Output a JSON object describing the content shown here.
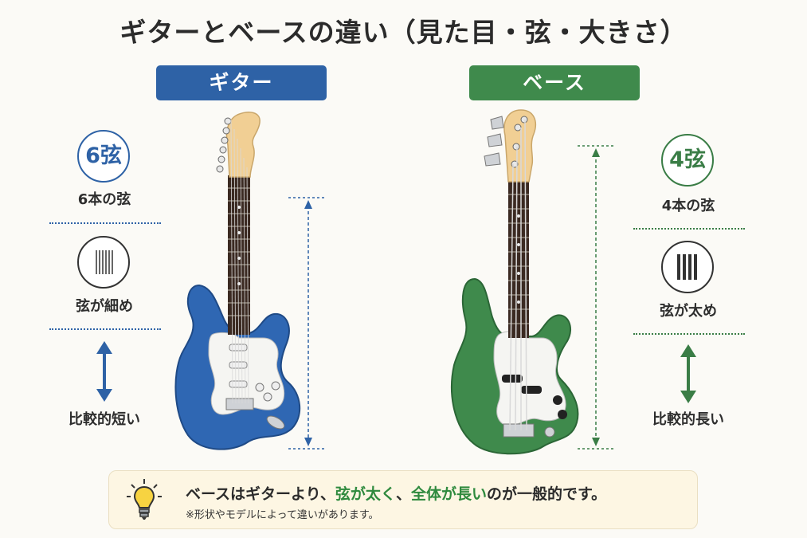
{
  "title": "ギターとベースの違い（見た目・弦・大きさ）",
  "guitar": {
    "heading": "ギター",
    "strings_badge": "6弦",
    "strings_label": "6本の弦",
    "thickness_label": "弦が細め",
    "length_label": "比較的短い",
    "color": "#2e62a6",
    "body_color": "#2f67b3"
  },
  "bass": {
    "heading": "ベース",
    "strings_badge": "4弦",
    "strings_label": "4本の弦",
    "thickness_label": "弦が太め",
    "length_label": "比較的長い",
    "color": "#3f8a4c",
    "body_color": "#3f8a4c"
  },
  "note": {
    "part1": "ベースはギターより、",
    "highlight1": "弦が太く",
    "part2": "、",
    "highlight2": "全体が長い",
    "part3": "のが一般的です。",
    "sub": "※形状やモデルによって違いがあります。",
    "icon": "lightbulb-icon"
  }
}
